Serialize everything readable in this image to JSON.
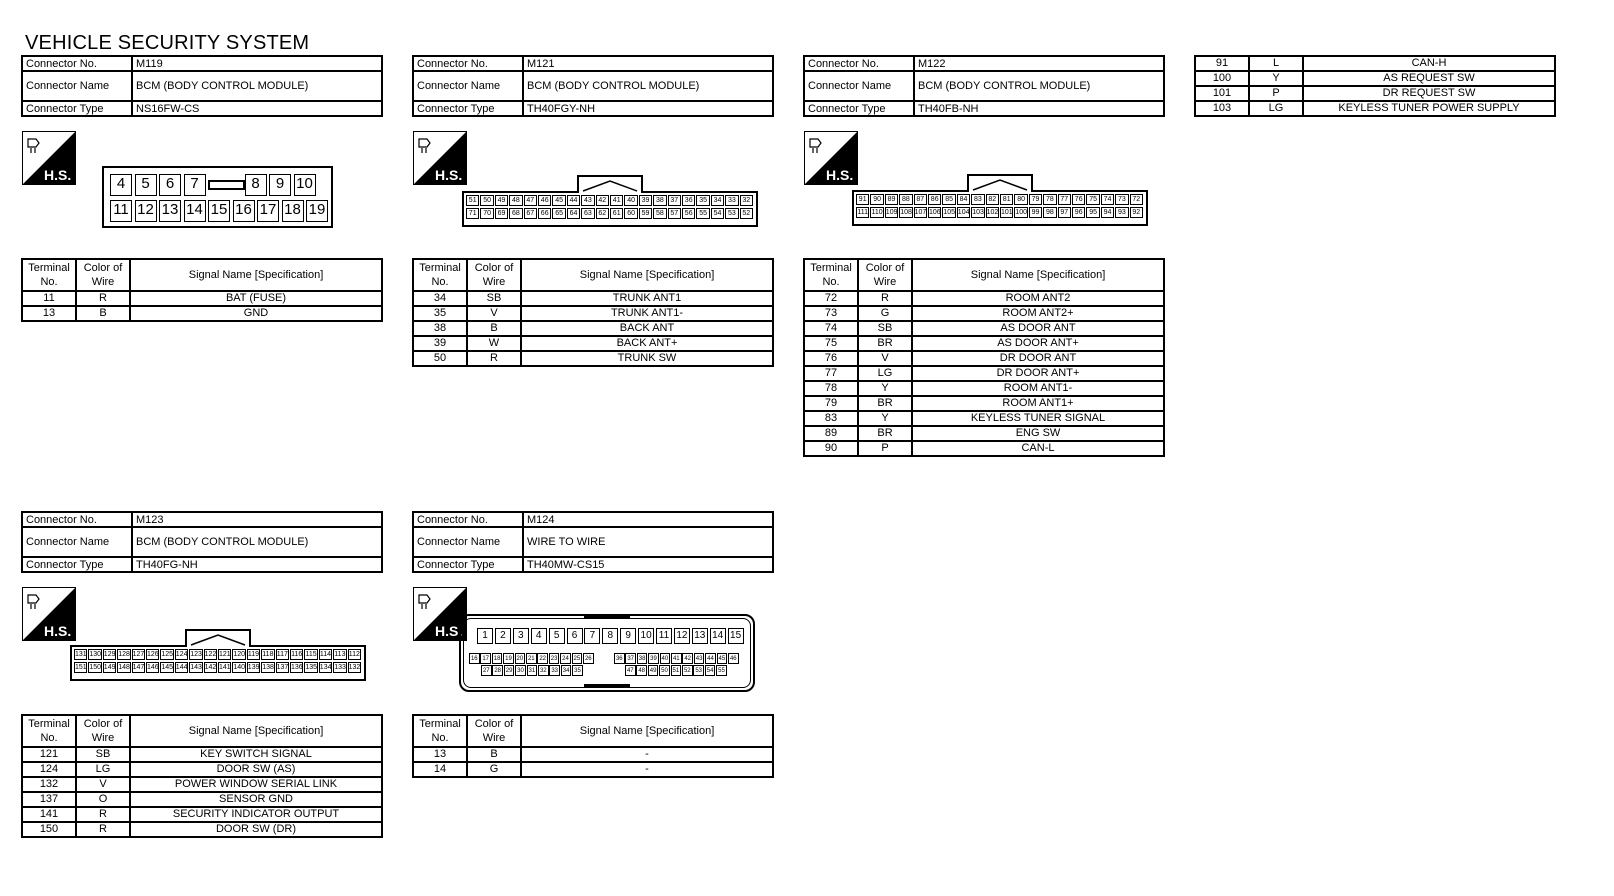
{
  "page_title": "VEHICLE SECURITY SYSTEM",
  "labels": {
    "connector_no": "Connector No.",
    "connector_name": "Connector Name",
    "connector_type": "Connector Type",
    "terminal_no": "Terminal No.",
    "color_of_wire": "Color of Wire",
    "signal_name": "Signal Name [Specification]",
    "hs": "H.S."
  },
  "connectors": [
    {
      "no": "M119",
      "name": "BCM (BODY CONTROL MODULE)",
      "type": "NS16FW-CS",
      "pins_top": [
        "4",
        "5",
        "6",
        "7",
        "",
        "8",
        "9",
        "10"
      ],
      "pins_bottom": [
        "11",
        "12",
        "13",
        "14",
        "15",
        "16",
        "17",
        "18",
        "19"
      ],
      "rows": [
        [
          "11",
          "R",
          "BAT (FUSE)"
        ],
        [
          "13",
          "B",
          "GND"
        ]
      ]
    },
    {
      "no": "M121",
      "name": "BCM (BODY CONTROL MODULE)",
      "type": "TH40FGY-NH",
      "pins_top": [
        "51",
        "50",
        "49",
        "48",
        "47",
        "46",
        "45",
        "44",
        "43",
        "42",
        "41",
        "40",
        "39",
        "38",
        "37",
        "36",
        "35",
        "34",
        "33",
        "32"
      ],
      "pins_bottom": [
        "71",
        "70",
        "69",
        "68",
        "67",
        "66",
        "65",
        "64",
        "63",
        "62",
        "61",
        "60",
        "59",
        "58",
        "57",
        "56",
        "55",
        "54",
        "53",
        "52"
      ],
      "rows": [
        [
          "34",
          "SB",
          "TRUNK ANT1"
        ],
        [
          "35",
          "V",
          "TRUNK ANT1-"
        ],
        [
          "38",
          "B",
          "BACK ANT"
        ],
        [
          "39",
          "W",
          "BACK ANT+"
        ],
        [
          "50",
          "R",
          "TRUNK SW"
        ]
      ]
    },
    {
      "no": "M122",
      "name": "BCM (BODY CONTROL MODULE)",
      "type": "TH40FB-NH",
      "pins_top": [
        "91",
        "90",
        "89",
        "88",
        "87",
        "86",
        "85",
        "84",
        "83",
        "82",
        "81",
        "80",
        "79",
        "78",
        "77",
        "76",
        "75",
        "74",
        "73",
        "72"
      ],
      "pins_bottom": [
        "111",
        "110",
        "109",
        "108",
        "107",
        "106",
        "105",
        "104",
        "103",
        "102",
        "101",
        "100",
        "99",
        "98",
        "97",
        "96",
        "95",
        "94",
        "93",
        "92"
      ],
      "rows": [
        [
          "72",
          "R",
          "ROOM ANT2"
        ],
        [
          "73",
          "G",
          "ROOM ANT2+"
        ],
        [
          "74",
          "SB",
          "AS DOOR ANT"
        ],
        [
          "75",
          "BR",
          "AS DOOR ANT+"
        ],
        [
          "76",
          "V",
          "DR DOOR ANT"
        ],
        [
          "77",
          "LG",
          "DR DOOR ANT+"
        ],
        [
          "78",
          "Y",
          "ROOM ANT1-"
        ],
        [
          "79",
          "BR",
          "ROOM ANT1+"
        ],
        [
          "83",
          "Y",
          "KEYLESS TUNER SIGNAL"
        ],
        [
          "89",
          "BR",
          "ENG SW"
        ],
        [
          "90",
          "P",
          "CAN-L"
        ]
      ]
    },
    {
      "no": "M123",
      "name": "BCM (BODY CONTROL MODULE)",
      "type": "TH40FG-NH",
      "pins_top": [
        "131",
        "130",
        "129",
        "128",
        "127",
        "126",
        "125",
        "124",
        "123",
        "122",
        "121",
        "120",
        "119",
        "118",
        "117",
        "116",
        "115",
        "114",
        "113",
        "112"
      ],
      "pins_bottom": [
        "151",
        "150",
        "149",
        "148",
        "147",
        "146",
        "145",
        "144",
        "143",
        "142",
        "141",
        "140",
        "139",
        "138",
        "137",
        "136",
        "135",
        "134",
        "133",
        "132"
      ],
      "rows": [
        [
          "121",
          "SB",
          "KEY SWITCH SIGNAL"
        ],
        [
          "124",
          "LG",
          "DOOR SW (AS)"
        ],
        [
          "132",
          "V",
          "POWER WINDOW SERIAL LINK"
        ],
        [
          "137",
          "O",
          "SENSOR GND"
        ],
        [
          "141",
          "R",
          "SECURITY INDICATOR OUTPUT"
        ],
        [
          "150",
          "R",
          "DOOR SW (DR)"
        ]
      ]
    },
    {
      "no": "M124",
      "name": "WIRE TO WIRE",
      "type": "TH40MW-CS15",
      "pins_top": [
        "1",
        "2",
        "3",
        "4",
        "5",
        "6",
        "7",
        "8",
        "9",
        "10",
        "11",
        "12",
        "13",
        "14",
        "15"
      ],
      "pins_mid_left": [
        "16",
        "17",
        "18",
        "19",
        "20",
        "21",
        "22",
        "23",
        "24",
        "25",
        "26"
      ],
      "pins_mid_right": [
        "36",
        "37",
        "38",
        "39",
        "40",
        "41",
        "42",
        "43",
        "44",
        "45",
        "46"
      ],
      "pins_bot_left": [
        "27",
        "28",
        "29",
        "30",
        "31",
        "32",
        "33",
        "34",
        "35"
      ],
      "pins_bot_right": [
        "47",
        "48",
        "49",
        "50",
        "51",
        "52",
        "53",
        "54",
        "55"
      ],
      "rows": [
        [
          "13",
          "B",
          "-"
        ],
        [
          "14",
          "G",
          "-"
        ]
      ]
    }
  ],
  "continuation": [
    [
      "91",
      "L",
      "CAN-H"
    ],
    [
      "100",
      "Y",
      "AS REQUEST SW"
    ],
    [
      "101",
      "P",
      "DR REQUEST SW"
    ],
    [
      "103",
      "LG",
      "KEYLESS TUNER POWER SUPPLY"
    ]
  ]
}
